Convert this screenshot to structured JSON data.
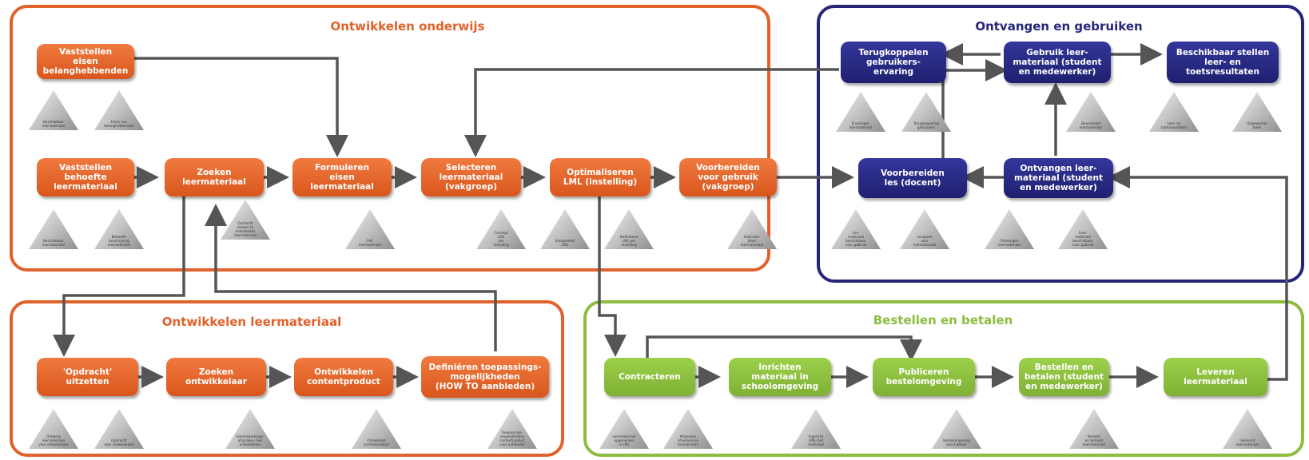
{
  "groups": {
    "ontwikkelen_onderwijs": "Ontwikkelen onderwijs",
    "ontvangen_gebruiken": "Ontvangen en gebruiken",
    "ontwikkelen_leermateriaal": "Ontwikkelen leermateriaal",
    "bestellen_betalen": "Bestellen en betalen"
  },
  "colors": {
    "orange": "#e2612a",
    "navy": "#25267a",
    "green": "#8bbd3e",
    "arrow": "#555555"
  },
  "boxes": {
    "vaststellen_eisen": "Vaststellen\neisen\nbelanghebbenden",
    "vaststellen_behoefte": "Vaststellen\nbehoefte\nleermateriaal",
    "zoeken_leermateriaal": "Zoeken\nleermateriaal",
    "formuleren_eisen": "Formuleren\neisen\nleermateriaal",
    "selecteren_leermateriaal": "Selecteren\nleermateriaal\n(vakgroep)",
    "optimaliseren_lml": "Optimaliseren\nLML (instelling)",
    "voorbereiden_gebruik": "Voorbereiden\nvoor gebruik\n(vakgroep)",
    "terugkoppelen": "Terugkoppelen\ngebruikers-\nervaring",
    "gebruik_leermateriaal": "Gebruik leer-\nmateriaal (student\nen medewerker)",
    "beschikbaar_stellen": "Beschikbaar stellen\nleer- en\ntoetsresultaten",
    "voorbereiden_les": "Voorbereiden\nles (docent)",
    "ontvangen_leermateriaal": "Ontvangen leer-\nmateriaal (student\nen medewerker)",
    "opdracht_uitzetten": "'Opdracht'\nuitzetten",
    "zoeken_ontwikkelaar": "Zoeken\nontwikkelaar",
    "ontwikkelen_contentproduct": "Ontwikkelen\ncontentproduct",
    "definieren_toepassing": "Definiëren toepassings-\nmogelijkheden\n(HOW TO aanbieden)",
    "contracteren": "Contracteren",
    "inrichten_materiaal": "Inrichten\nmateriaal in\nschoolomgeving",
    "publiceren_bestelomgeving": "Publiceren\nbestelomgeving",
    "bestellen_en_betalen": "Bestellen en\nbetalen (student\nen medewerker)",
    "leveren_leermateriaal": "Leveren\nleermateriaal"
  },
  "documents": {
    "d1": "Beschikbaar\nleermateriaal",
    "d2": "Eisen van\nbelanghebbenden",
    "d3": "Beschikbaar\nleermateriaal",
    "d4": "Behoefte\nbeschrijving\nleermateriaal",
    "d5": "Opdracht\nzoeken te\nontwikkelen\nleermateriaal",
    "d6": "PvE\nleermateriaal",
    "d7": "Concept\nLML\nper\ninstelling",
    "d8": "Vastgesteld\nLML",
    "d9": "Definitieve\nLML per\ninstelling",
    "d10": "Gebruiks-\nklaar\nleermateriaal",
    "d11": "Ervaringen\nleermateriaal",
    "d12": "Terugkoppeling\ngebruikers",
    "d13": "Leer- en\ntoetsresultaten",
    "d14": "Uitgewerkte\ntoets",
    "d15": "Beoordeeld\nleermateriaal",
    "d16": "Les-\nmateriaal\nbeschikbaar\nvoor gebruik",
    "d17": "Lesopzet\nvoor\nleermateriaal",
    "d18": "Ontvangen\nleermateriaal",
    "d19": "Leer-\nmateriaal\nbeschikbaar\nvoor gebruik",
    "d20": "Ontwerp\nleermateriaal\nvoor ontwikkelaar",
    "d21": "Opdracht\nvoor ontwikkelaar",
    "d22": "Samenwerkings-\nafspraken met\nontwikkelaar",
    "d23": "Ontwikkeld\ncontentproduct",
    "d24": "Toepassings-\nmogelijkheden\ncontentproduct\nvoor aanbieder",
    "d25": "Leermateriaal\nopgenomen\nin LML",
    "d26": "Afspraken\nafnemers en\nleveranciers",
    "d27": "Ingericht\nLMS met\nmateriaal",
    "d28": "Bestelomgeving\nbeschikbaar",
    "d29": "Besteld\nen betaald\nleermateriaal",
    "d30": "Geleverd\nleermateriaal"
  }
}
